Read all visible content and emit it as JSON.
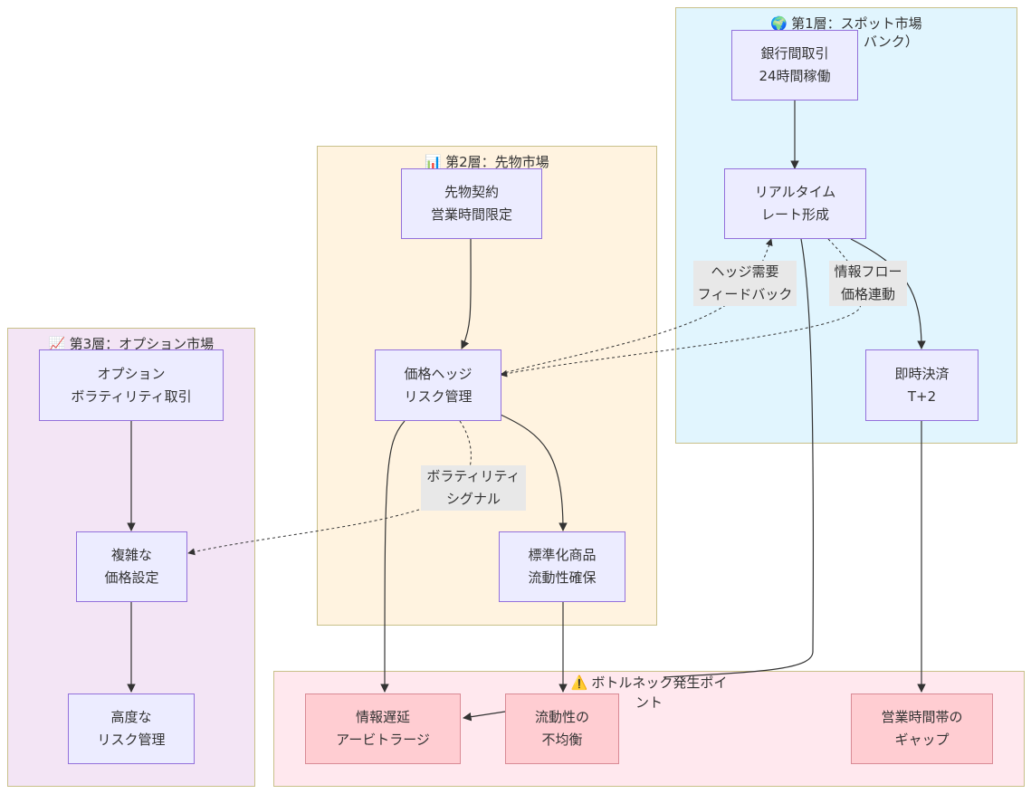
{
  "clusters": {
    "spot": {
      "icon": "🌍",
      "title": "第1層：スポット市場",
      "subtitle_fragment": "バンク）"
    },
    "futures": {
      "icon": "📊",
      "title": "第2層：先物市場"
    },
    "options": {
      "icon": "📈",
      "title": "第3層：オプション市場"
    },
    "bottleneck": {
      "icon": "⚠️",
      "title_line1": "ボトルネック発生ポイ",
      "title_line2": "ント"
    }
  },
  "nodes": {
    "interbank": {
      "line1": "銀行間取引",
      "line2": "24時間稼働"
    },
    "realtime": {
      "line1": "リアルタイム",
      "line2": "レート形成"
    },
    "settlement": {
      "line1": "即時決済",
      "line2": "T+2"
    },
    "futures_contract": {
      "line1": "先物契約",
      "line2": "営業時間限定"
    },
    "price_hedge": {
      "line1": "価格ヘッジ",
      "line2": "リスク管理"
    },
    "standardized": {
      "line1": "標準化商品",
      "line2": "流動性確保"
    },
    "option_trading": {
      "line1": "オプション",
      "line2": "ボラティリティ取引"
    },
    "complex_pricing": {
      "line1": "複雑な",
      "line2": "価格設定"
    },
    "advanced_risk": {
      "line1": "高度な",
      "line2": "リスク管理"
    },
    "info_delay": {
      "line1": "情報遅延",
      "line2": "アービトラージ"
    },
    "liquidity_imbalance": {
      "line1": "流動性の",
      "line2": "不均衡"
    },
    "hours_gap": {
      "line1": "営業時間帯の",
      "line2": "ギャップ"
    }
  },
  "edge_labels": {
    "hedge_feedback": {
      "line1": "ヘッジ需要",
      "line2": "フィードバック"
    },
    "info_flow": {
      "line1": "情報フロー",
      "line2": "価格連動"
    },
    "volatility_signal": {
      "line1": "ボラティリティ",
      "line2": "シグナル"
    }
  },
  "colors": {
    "spot_bg": "#e1f5fe",
    "futures_bg": "#fff3e0",
    "options_bg": "#f3e5f5",
    "bottleneck_bg": "#ffe8ee",
    "node_fill": "#ECECFF",
    "node_border": "#9370DB",
    "bottleneck_node_fill": "#ffcdd2",
    "edge": "#333333"
  }
}
